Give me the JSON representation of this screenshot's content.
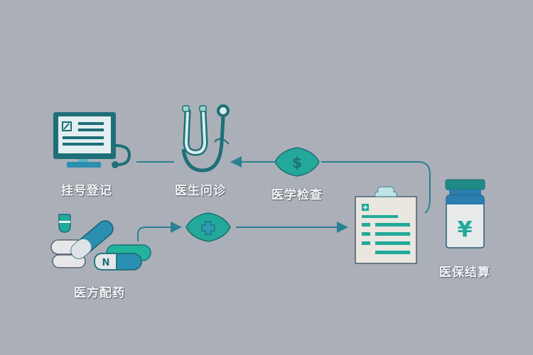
{
  "diagram": {
    "type": "process-flow",
    "background": "#abb0b8",
    "colors": {
      "teal_dark": "#1e6f78",
      "teal": "#22a99a",
      "teal_light": "#7fd3c8",
      "blue": "#2a8fb0",
      "paper": "#eae6e0",
      "screen": "#e3eef0",
      "arrow": "#2d7f92"
    },
    "steps": [
      {
        "id": "registration",
        "label": "挂号登记",
        "icon": "computer-monitor-icon"
      },
      {
        "id": "consultation",
        "label": "医生问诊",
        "icon": "stethoscope-icon"
      },
      {
        "id": "examination",
        "label": "医学检查",
        "icon": "dollar-badge-icon"
      },
      {
        "id": "report",
        "label": "",
        "icon": "clipboard-report-icon"
      },
      {
        "id": "settlement",
        "label": "医保结算",
        "icon": "yuan-bottle-icon"
      },
      {
        "id": "dispensing",
        "label": "医方配药",
        "icon": "pills-capsules-icon"
      }
    ],
    "badges": {
      "dollar": "$",
      "cross": "+",
      "yuan": "¥",
      "capsule_letter": "N"
    }
  }
}
